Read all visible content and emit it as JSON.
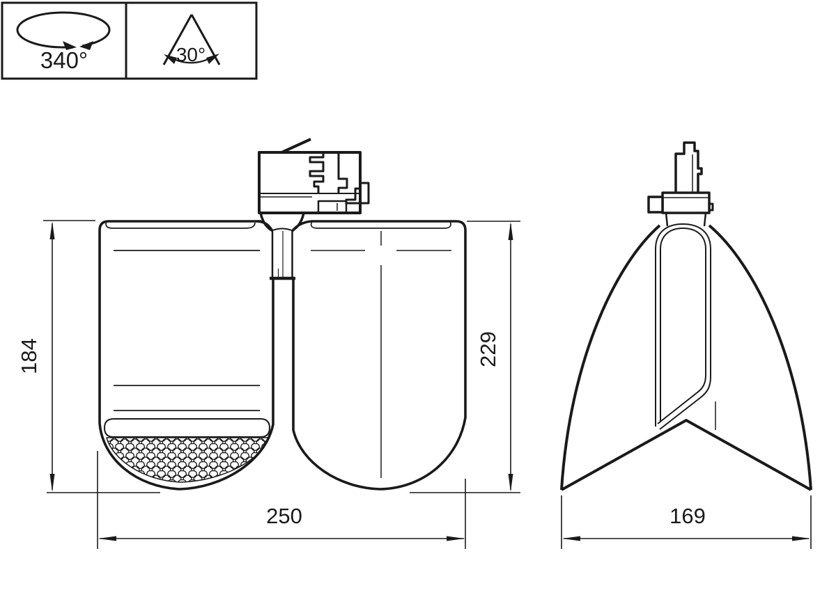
{
  "drawing": {
    "colors": {
      "line": "#1a1a1a",
      "background": "#ffffff"
    },
    "icons": {
      "rotation_symbol": "rotation-ellipse-icon",
      "beam_symbol": "beam-angle-triangle-icon"
    }
  },
  "legend": {
    "rotation_label": "340°",
    "beam_angle_label": "30°"
  },
  "dimensions": {
    "front_height": "184",
    "overall_height": "229",
    "overall_width": "250",
    "overall_depth": "169"
  }
}
